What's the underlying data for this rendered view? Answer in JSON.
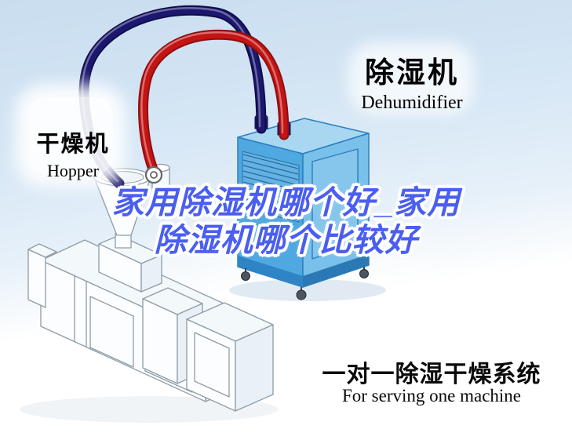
{
  "colors": {
    "pipe_red": "#c41414",
    "pipe_red_dark": "#8f0e0e",
    "pipe_navy": "#1c1870",
    "pipe_navy_dark": "#100c4a",
    "dehum_front": "#4fa8e0",
    "dehum_side": "#79c0ea",
    "dehum_top": "#a9d7f1",
    "dehum_edge": "#2b7fc0",
    "overlay_text": "#4a5ef0",
    "sky": "#cfe0f0",
    "machine_line": "#8e9ca7"
  },
  "labels": {
    "dryer": {
      "zh": "干燥机",
      "en": "Hopper"
    },
    "dehumidifier": {
      "zh": "除湿机",
      "en": "Dehumidifier"
    },
    "caption": {
      "zh": "一对一除湿干燥系统",
      "en": "For serving one machine"
    }
  },
  "overlay_title": {
    "line1": "家用除湿机哪个好_家用",
    "line2": "除湿机哪个比较好"
  }
}
